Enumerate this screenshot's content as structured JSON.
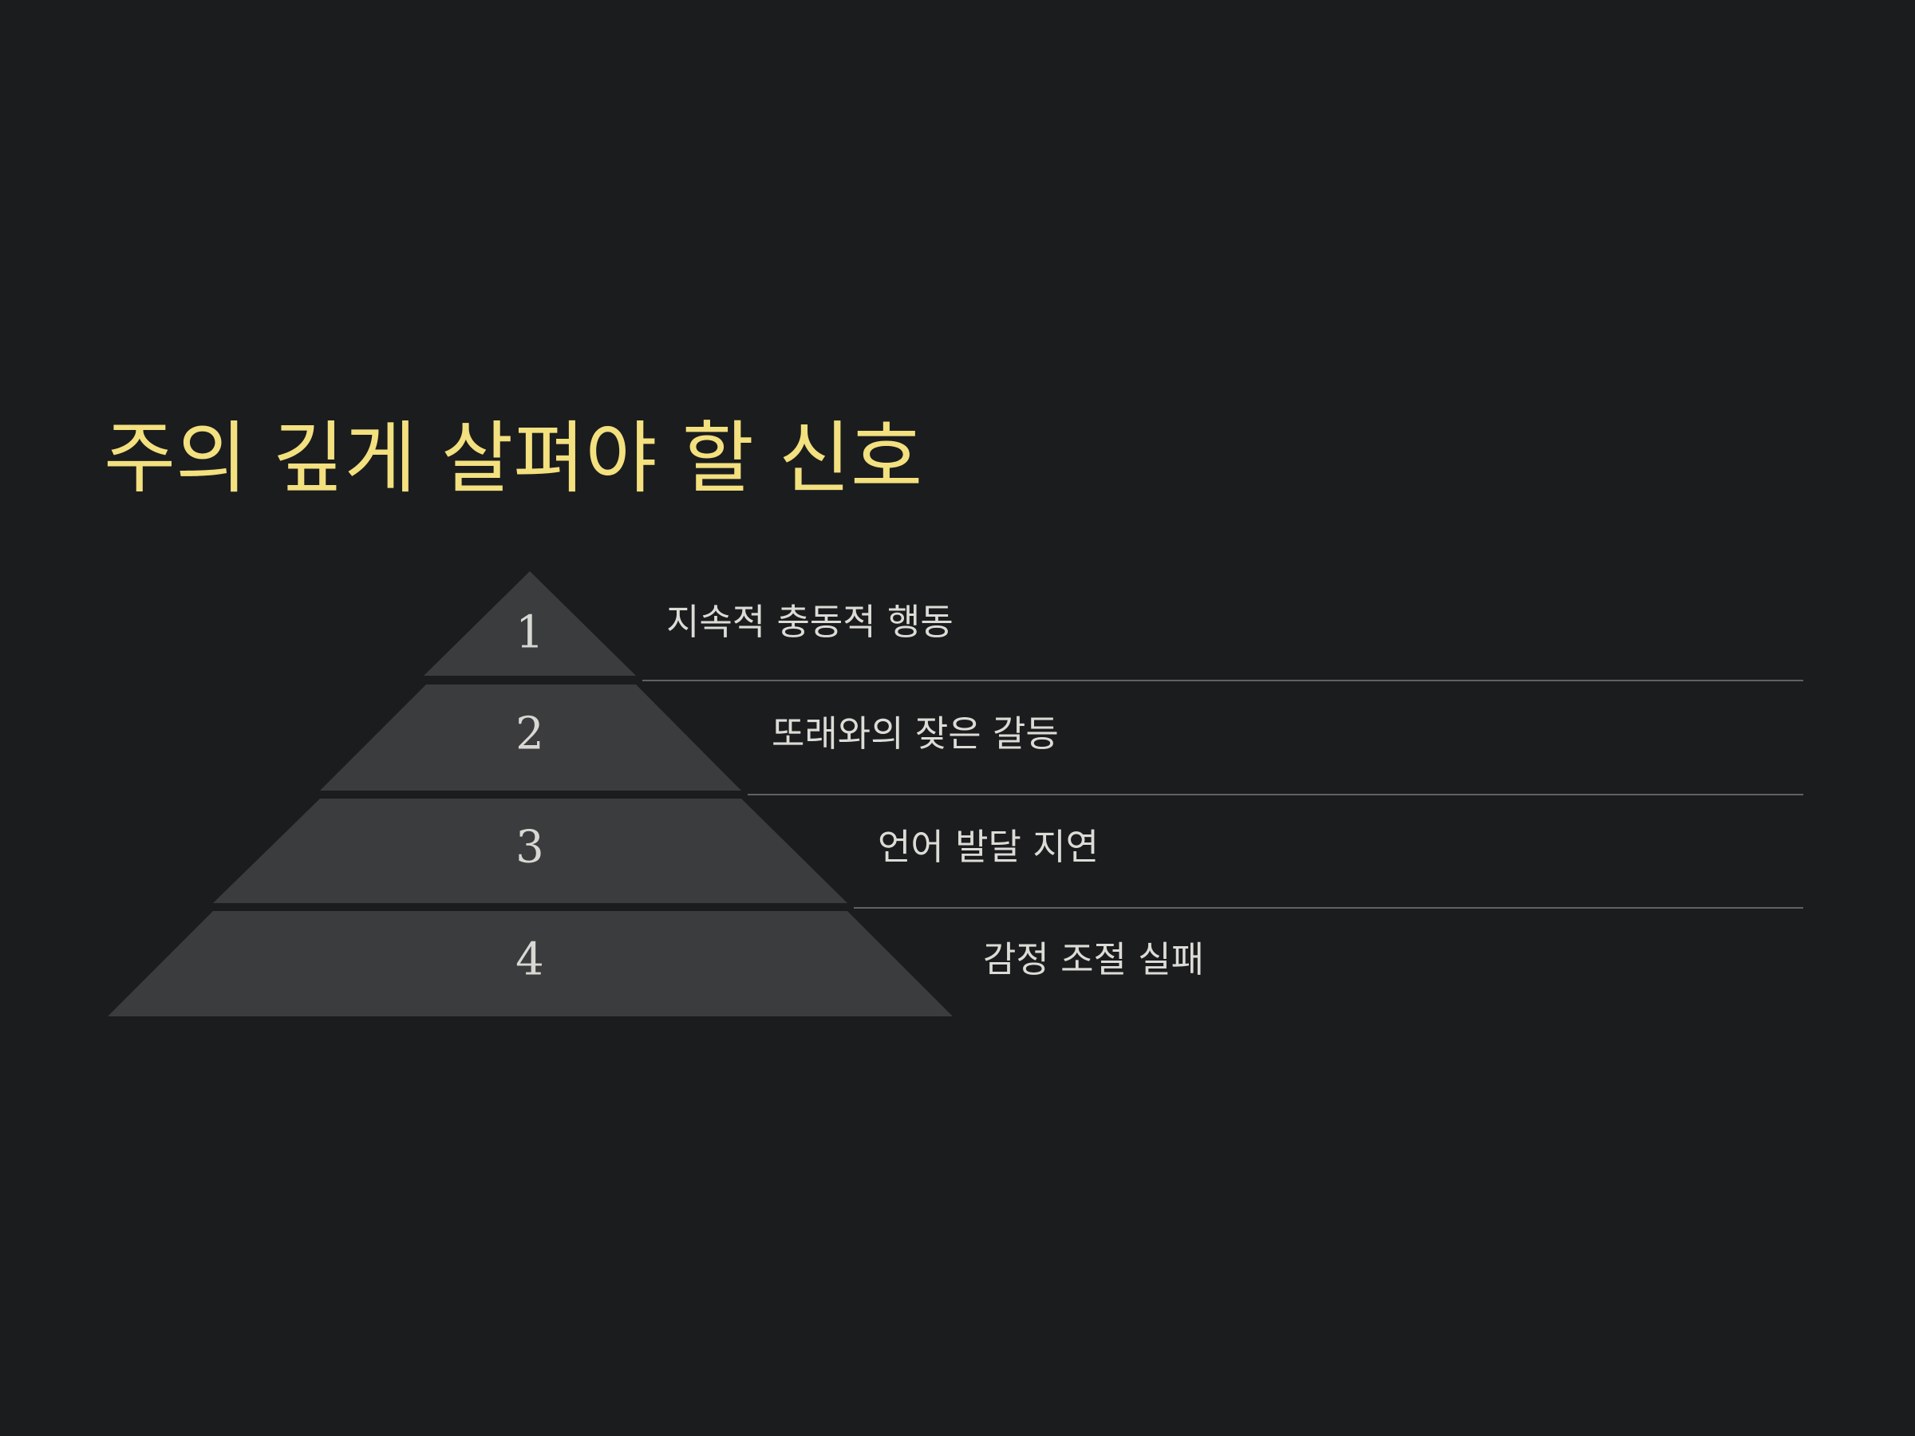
{
  "slide": {
    "title": "주의 깊게 살펴야 할 신호",
    "colors": {
      "background": "#1b1c1e",
      "title": "#f3e07f",
      "tier_fill": "#3b3c3e",
      "text": "#dcdcd7",
      "divider": "#606164"
    }
  },
  "pyramid": {
    "tiers": [
      {
        "number": "1",
        "label": "지속적 충동적 행동"
      },
      {
        "number": "2",
        "label": "또래와의 잦은 갈등"
      },
      {
        "number": "3",
        "label": "언어 발달 지연"
      },
      {
        "number": "4",
        "label": "감정 조절 실패"
      }
    ]
  }
}
